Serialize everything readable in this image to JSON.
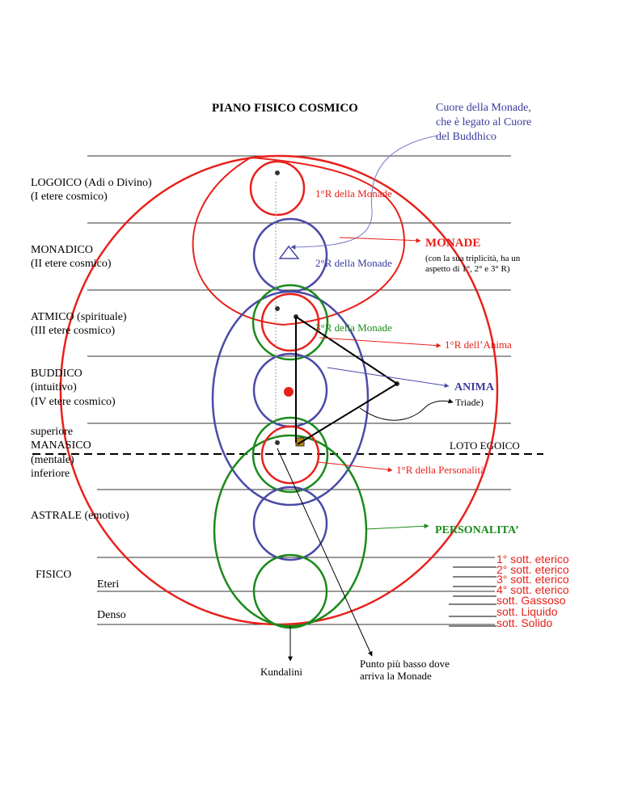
{
  "title": "PIANO FISICO COSMICO",
  "colors": {
    "red": "#e8201a",
    "blue": "#4a4aa8",
    "green": "#1a8a1a",
    "black": "#000000",
    "line": "#333333"
  },
  "planes": {
    "logoico": [
      "LOGOICO (Adi o Divino)",
      "(I etere cosmico)"
    ],
    "monadico": [
      "MONADICO",
      "(II etere cosmico)"
    ],
    "atmico": [
      "ATMICO (spirituale)",
      "(III etere cosmico)"
    ],
    "buddico": [
      "BUDDICO",
      "(intuitivo)",
      "(IV etere cosmico)"
    ],
    "manasico": [
      "superiore",
      "MANASICO",
      "(mentale)",
      "inferiore"
    ],
    "astrale": "ASTRALE (emotivo)",
    "fisico": "FISICO",
    "eteri": "Eteri",
    "denso": "Denso"
  },
  "labels": {
    "cuore": [
      "Cuore della Monade,",
      "che è legato al Cuore",
      "del Buddhico"
    ],
    "r1_monade": "1°R della Monade",
    "monade": "MONADE",
    "monade_note": [
      "(con la sua triplicità, ha un",
      "aspetto di 1°, 2° e 3° R)"
    ],
    "r2_monade": "2°R della Monade",
    "r3_monade": "3°R della Monade",
    "r1_anima": "1°R dell’Anima",
    "anima": "ANIMA",
    "triade": "Triade)",
    "loto": "LOTO EGOICO",
    "r1_personalita": "1°R della Personalità",
    "personalita": "PERSONALITA’",
    "kundalini": "Kundalini",
    "punto": [
      "Punto più basso dove",
      "arriva la Monade"
    ]
  },
  "subplanes": [
    "1° sott. eterico",
    "2° sott. eterico",
    "3° sott. eterico",
    "4° sott. eterico",
    "sott. Gassoso",
    "sott. Liquido",
    "sott. Solido"
  ]
}
